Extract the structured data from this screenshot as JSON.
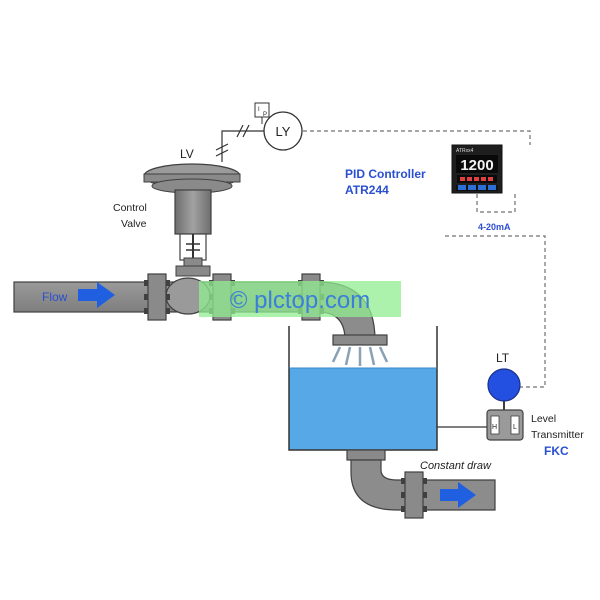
{
  "labels": {
    "lv": "LV",
    "ly": "LY",
    "ip_top": "I",
    "ip_bottom": "P",
    "control_valve_line1": "Control",
    "control_valve_line2": "Valve",
    "flow": "Flow",
    "pid_line1": "PID Controller",
    "pid_line2": "ATR244",
    "controller_display": "1200",
    "controller_brand": "ATRxx4",
    "current_signal": "4-20mA",
    "lt": "LT",
    "transmitter_line1": "Level",
    "transmitter_line2": "Transmitter",
    "transmitter_brand": "FKC",
    "constant_draw": "Constant draw",
    "watermark": "© plctop.com",
    "dp_high": "H",
    "dp_low": "L"
  },
  "colors": {
    "pipe": "#8c8c8c",
    "pipe_stroke": "#404040",
    "water": "#56a8e6",
    "arrow": "#1f5fe0",
    "label_blue": "#2a4fd0",
    "watermark_bg": "#90ee90",
    "lt_ball": "#2350e0",
    "signal_line": "#707070"
  }
}
